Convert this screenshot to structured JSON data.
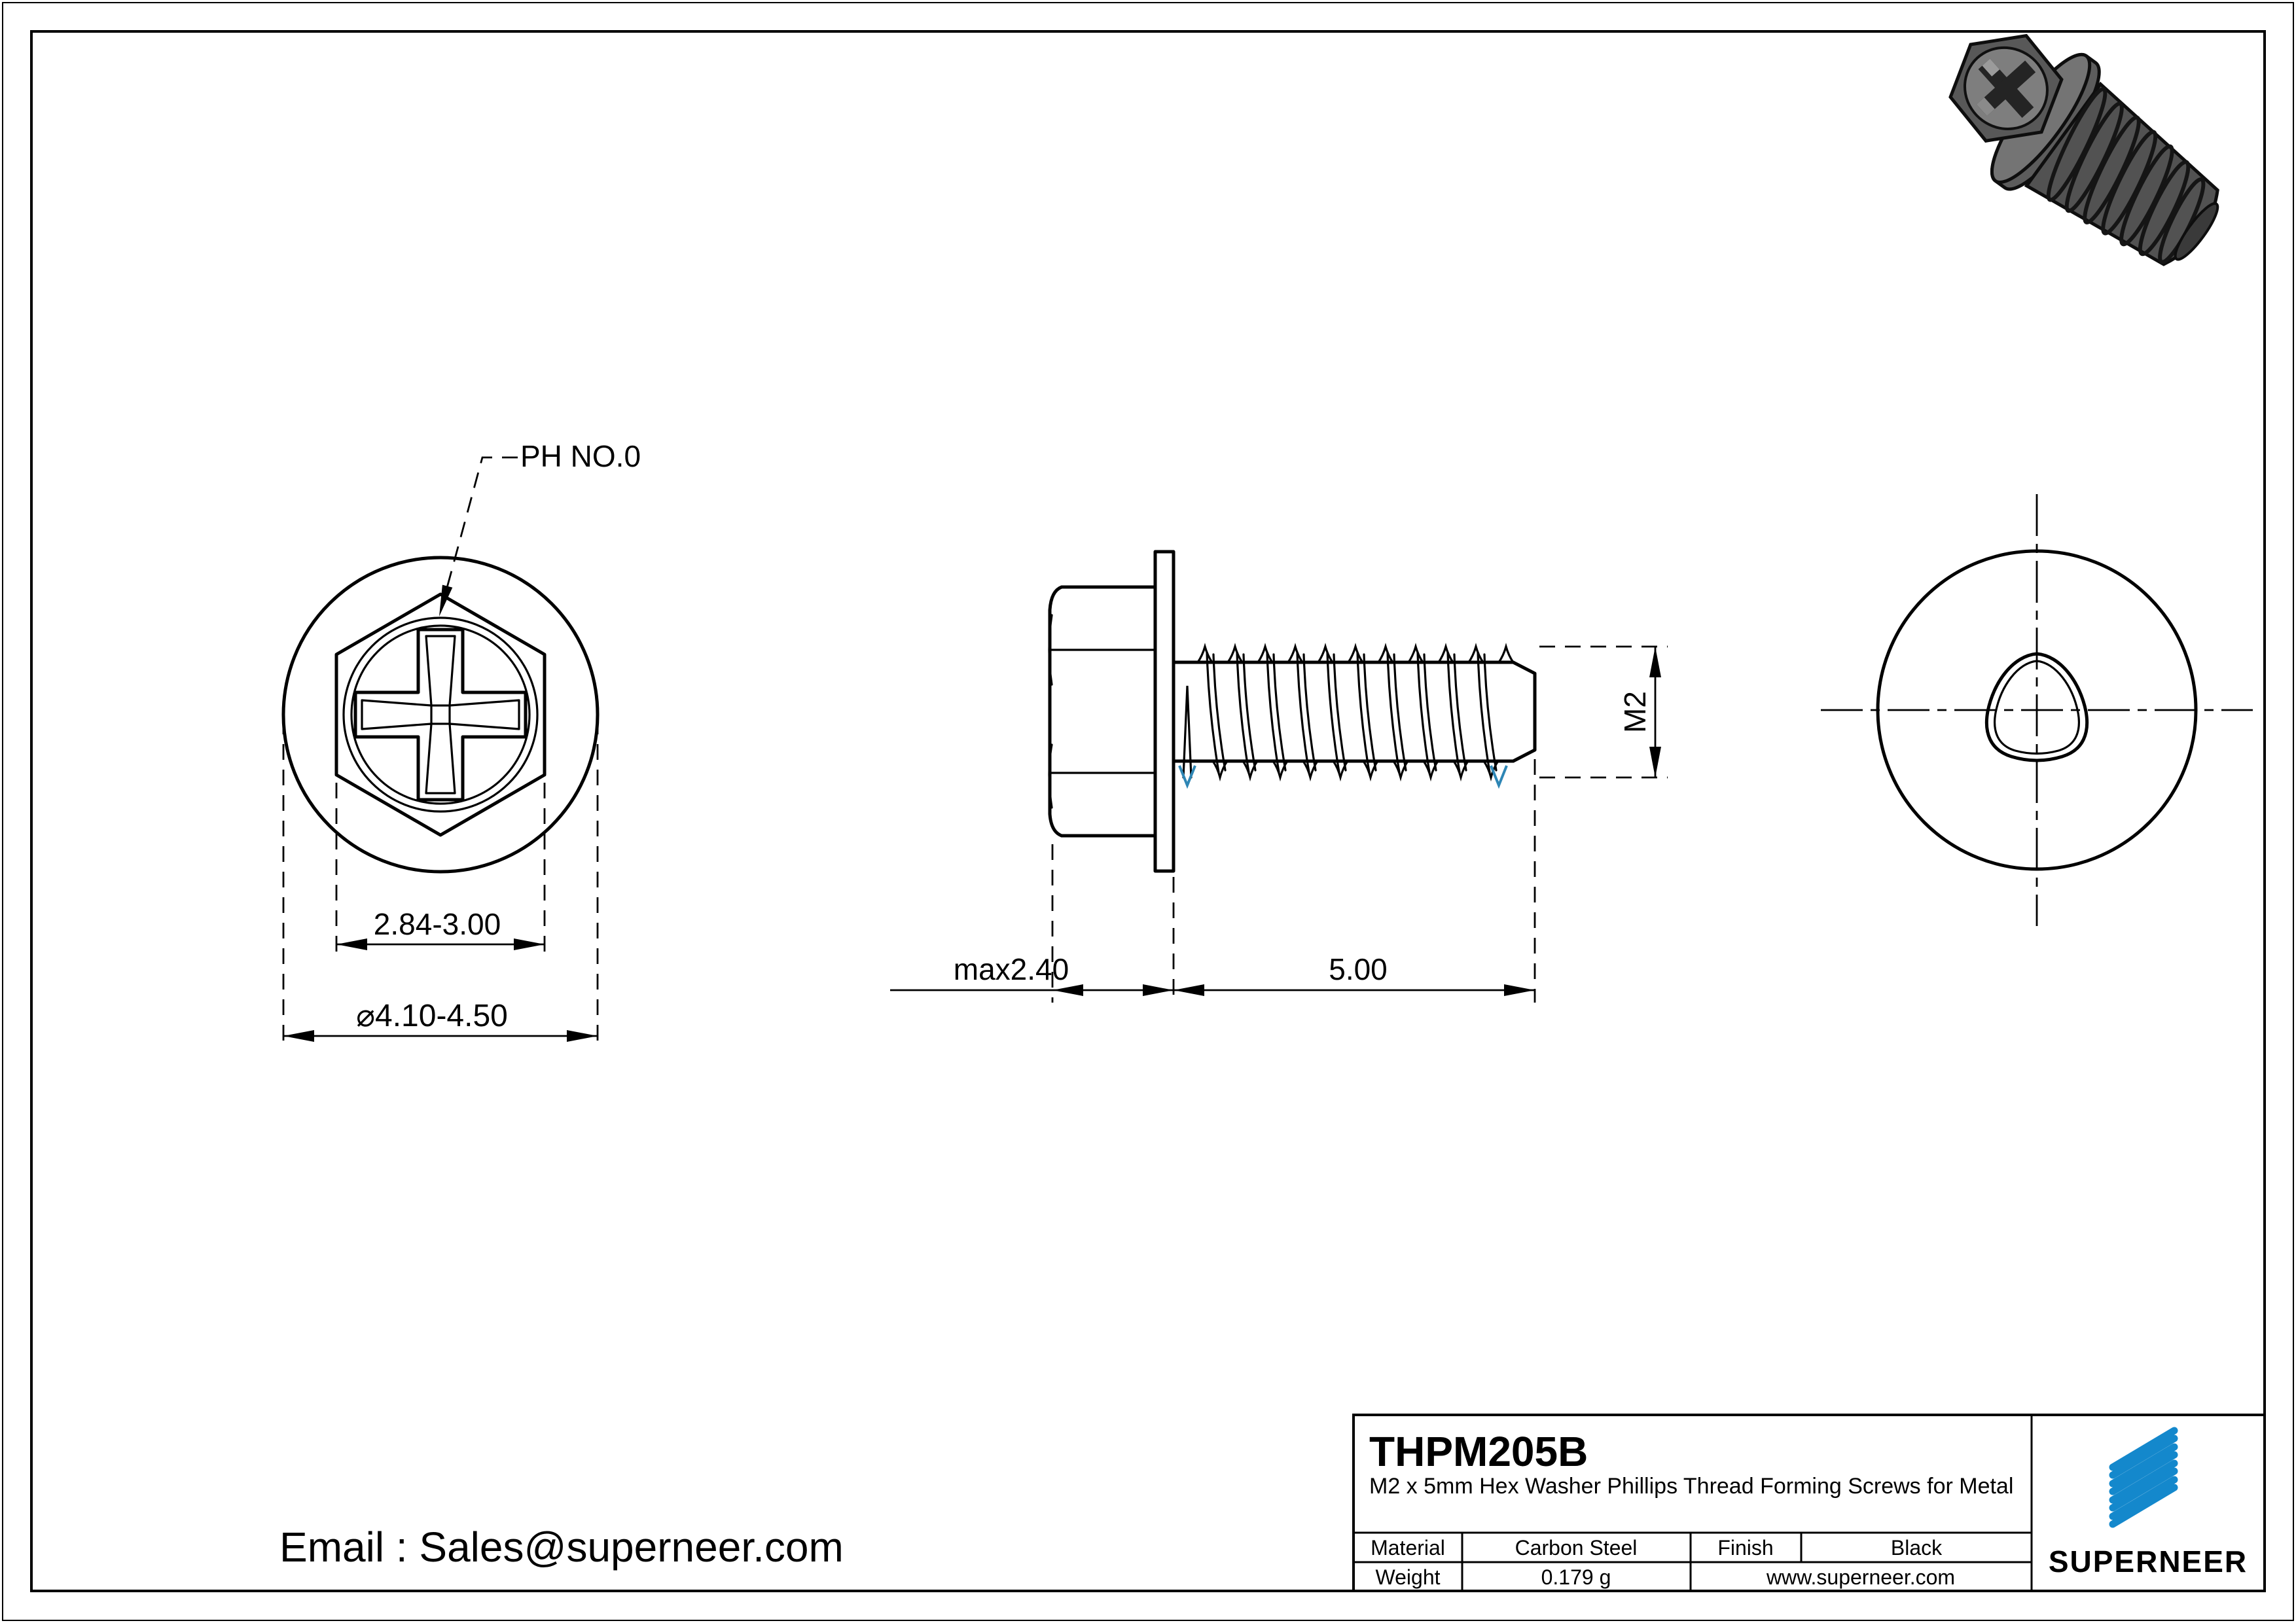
{
  "annotations": {
    "drive": "PH NO.0",
    "across_flats": "2.84-3.00",
    "head_diameter": "⌀4.10-4.50",
    "head_height": "max2.40",
    "thread_length": "5.00",
    "thread_size": "M2"
  },
  "title_block": {
    "part_number": "THPM205B",
    "description": "M2 x 5mm Hex Washer Phillips Thread Forming Screws for Metal",
    "material_label": "Material",
    "material": "Carbon Steel",
    "finish_label": "Finish",
    "finish": "Black",
    "weight_label": "Weight",
    "weight": "0.179 g",
    "website": "www.superneer.com",
    "brand": "SUPERNEER"
  },
  "footer": {
    "email": "Email : Sales@superneer.com"
  },
  "colors": {
    "accent": "#1488CC",
    "line": "#000000",
    "thread_mark": "#2E86B5"
  }
}
